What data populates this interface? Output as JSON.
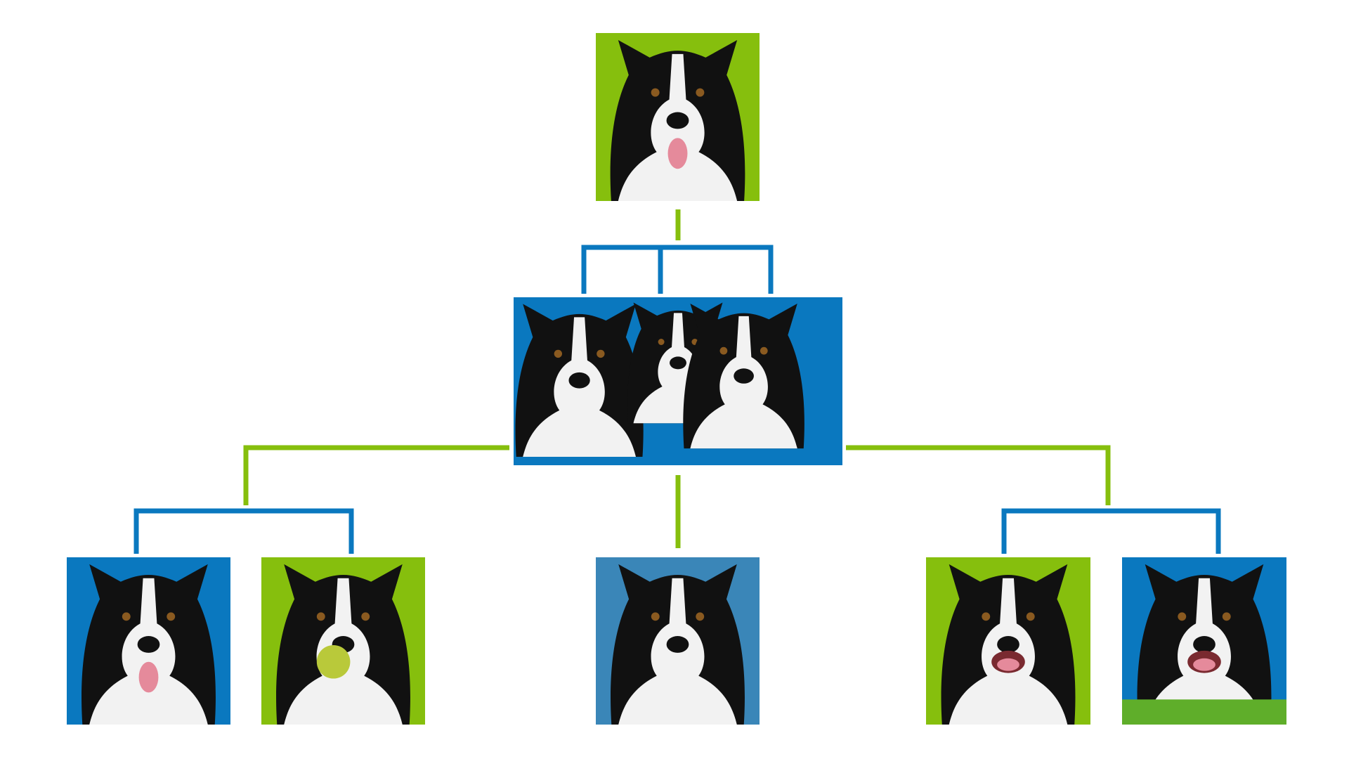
{
  "colors": {
    "green": "#86bf0d",
    "blue": "#0a78bf",
    "steel_blue": "#3a86b8",
    "background": "#ffffff"
  },
  "nodes": [
    {
      "id": "parent-dog",
      "kind": "adult-dog-photo",
      "bg": "green",
      "tongue": true
    },
    {
      "id": "puppies",
      "kind": "three-puppies-photo",
      "bg": "blue"
    },
    {
      "id": "child-1",
      "kind": "adult-dog-photo",
      "bg": "blue",
      "tongue": true
    },
    {
      "id": "child-2",
      "kind": "dog-with-ball-photo",
      "bg": "green"
    },
    {
      "id": "child-3",
      "kind": "adult-dog-photo",
      "bg": "steel_blue"
    },
    {
      "id": "child-4",
      "kind": "dog-open-mouth-photo",
      "bg": "green"
    },
    {
      "id": "child-5",
      "kind": "puppy-on-grass-photo",
      "bg": "blue"
    }
  ]
}
